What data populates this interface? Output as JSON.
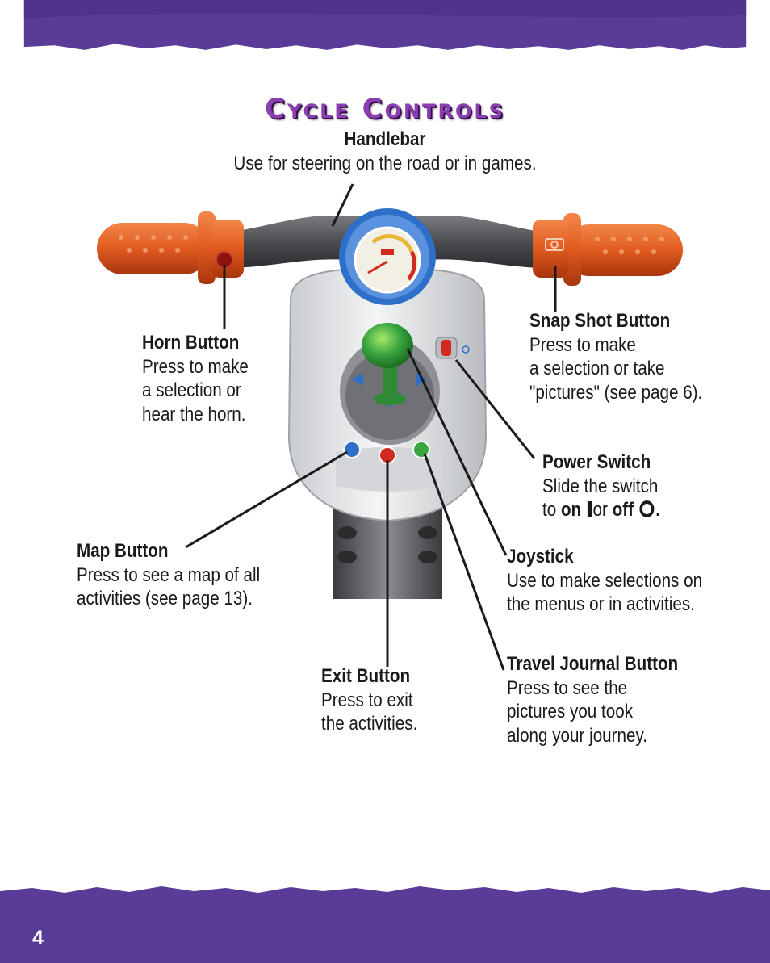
{
  "page": {
    "title": "Cycle Controls",
    "page_number": "4"
  },
  "colors": {
    "band_purple": "#5a3b98",
    "title_purple": "#8a3fb0",
    "grip_orange": "#e05a1f",
    "joystick_green": "#3aa640",
    "gauge_blue": "#2d6fc9"
  },
  "callouts": {
    "handlebar": {
      "head": "Handlebar",
      "body": "Use for steering on the road or in games."
    },
    "horn": {
      "head": "Horn Button",
      "lines": [
        "Press to make",
        "a selection or",
        "hear the horn."
      ]
    },
    "snap": {
      "head": "Snap Shot Button",
      "lines": [
        "Press to make",
        "a selection or take",
        "\"pictures\" (see page 6)."
      ]
    },
    "power": {
      "head": "Power Switch",
      "line1": "Slide the switch",
      "to": "to",
      "on": "on",
      "or": "or",
      "off": "off",
      "period": "."
    },
    "map": {
      "head": "Map Button",
      "lines": [
        "Press to see a map of all",
        "activities (see page 13)."
      ]
    },
    "joystick": {
      "head": "Joystick",
      "lines": [
        "Use to make selections on",
        "the menus or in activities."
      ]
    },
    "exit": {
      "head": "Exit Button",
      "lines": [
        "Press to exit",
        "the activities."
      ]
    },
    "travel": {
      "head": "Travel Journal Button",
      "lines": [
        "Press to see the",
        "pictures you took",
        "along your journey."
      ]
    }
  },
  "icons": [
    "on-symbol-icon",
    "off-symbol-icon",
    "camera-icon",
    "horn-icon",
    "map-icon",
    "exit-icon",
    "journal-icon"
  ]
}
